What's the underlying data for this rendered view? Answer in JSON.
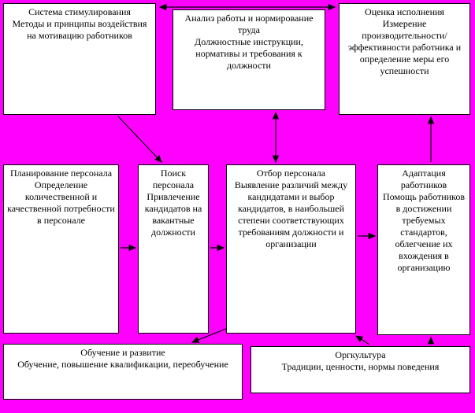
{
  "colors": {
    "bg": "#ff00ff",
    "box": "#ffffff",
    "line": "#000000",
    "text": "#000000"
  },
  "boxes": {
    "stimulation": {
      "title": "Система стимулирования",
      "body": "Методы и принципы воздействия на мотивацию работников"
    },
    "analysis": {
      "title": "Анализ работы и нормирование труда",
      "body": "Должностные инструкции, нормативы и требования к должности"
    },
    "evaluation": {
      "title": "Оценка исполнения",
      "body": "Измерение производительности/ эффективности работника и определение меры его успешности"
    },
    "planning": {
      "title": "Планирование персонала",
      "body": "Определение количественной и качественной потребности в персонале"
    },
    "search": {
      "title": "Поиск персонала",
      "body": "Привлечение кандидатов на вакантные должности"
    },
    "selection": {
      "title": "Отбор персонала",
      "body": "Выявление различий между кандидатами и выбор кандидатов, в наибольшей степени соответствующих требованиям должности и организации"
    },
    "adaptation": {
      "title": "Адаптация работников",
      "body": "Помощь работников в достижении требуемых стандартов, облегчение их вхождения в организацию"
    },
    "training": {
      "title": "Обучение и развитие",
      "body": "Обучение, повышение квалификации, переобучение"
    },
    "culture": {
      "title": "Оргкультура",
      "body": "Традиции, ценности, нормы поведения"
    }
  }
}
